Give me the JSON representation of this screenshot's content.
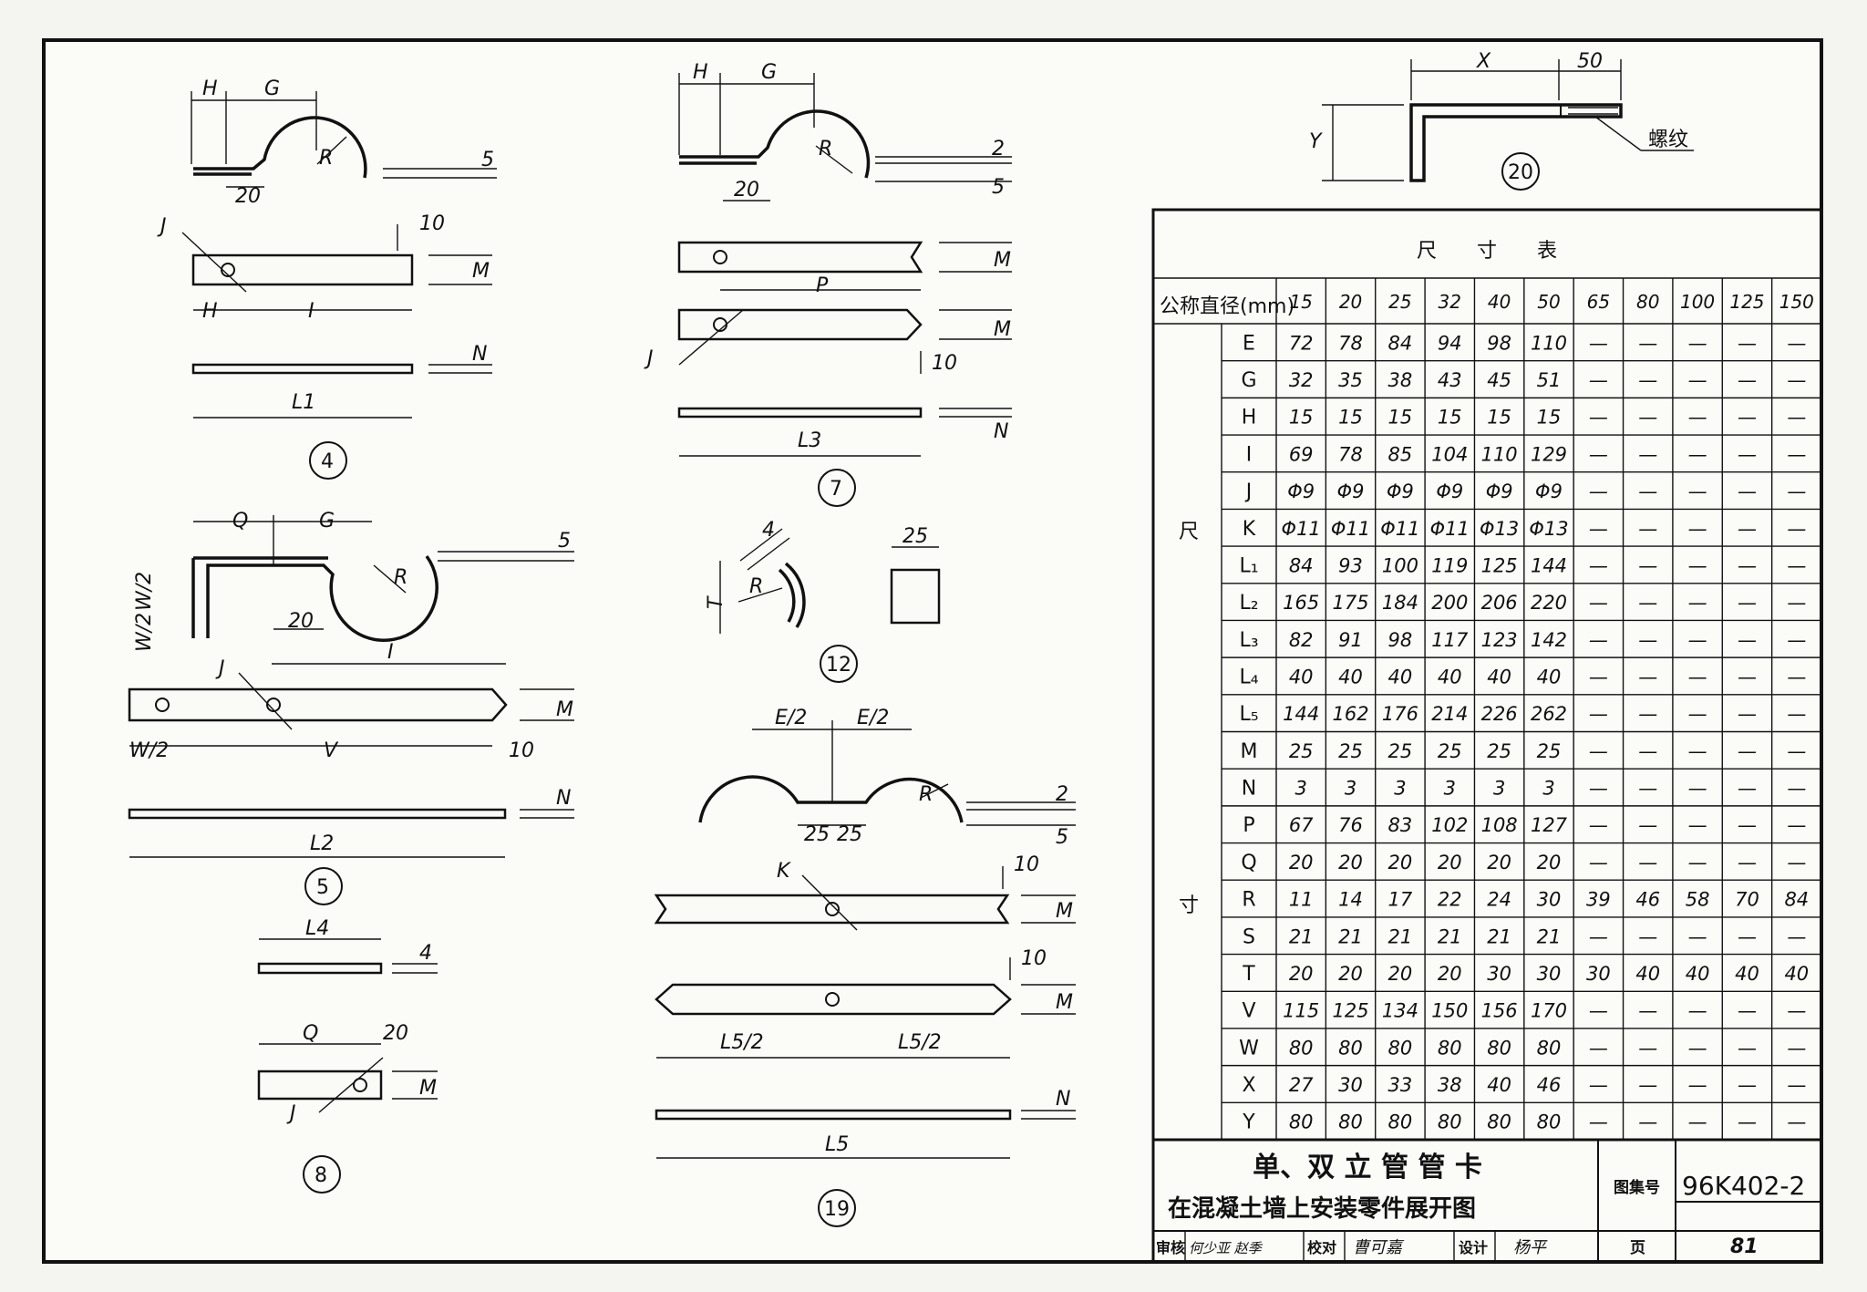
{
  "table": {
    "title": "尺　　寸　　表",
    "header_label": "公称直径(mm)",
    "side_label_top": "尺",
    "side_label_bottom": "寸",
    "columns": [
      "15",
      "20",
      "25",
      "32",
      "40",
      "50",
      "65",
      "80",
      "100",
      "125",
      "150"
    ],
    "rows": [
      {
        "name": "E",
        "values": [
          "72",
          "78",
          "84",
          "94",
          "98",
          "110",
          "—",
          "—",
          "—",
          "—",
          "—"
        ]
      },
      {
        "name": "G",
        "values": [
          "32",
          "35",
          "38",
          "43",
          "45",
          "51",
          "—",
          "—",
          "—",
          "—",
          "—"
        ]
      },
      {
        "name": "H",
        "values": [
          "15",
          "15",
          "15",
          "15",
          "15",
          "15",
          "—",
          "—",
          "—",
          "—",
          "—"
        ]
      },
      {
        "name": "I",
        "values": [
          "69",
          "78",
          "85",
          "104",
          "110",
          "129",
          "—",
          "—",
          "—",
          "—",
          "—"
        ]
      },
      {
        "name": "J",
        "values": [
          "Φ9",
          "Φ9",
          "Φ9",
          "Φ9",
          "Φ9",
          "Φ9",
          "—",
          "—",
          "—",
          "—",
          "—"
        ]
      },
      {
        "name": "K",
        "values": [
          "Φ11",
          "Φ11",
          "Φ11",
          "Φ11",
          "Φ13",
          "Φ13",
          "—",
          "—",
          "—",
          "—",
          "—"
        ]
      },
      {
        "name": "L₁",
        "values": [
          "84",
          "93",
          "100",
          "119",
          "125",
          "144",
          "—",
          "—",
          "—",
          "—",
          "—"
        ]
      },
      {
        "name": "L₂",
        "values": [
          "165",
          "175",
          "184",
          "200",
          "206",
          "220",
          "—",
          "—",
          "—",
          "—",
          "—"
        ]
      },
      {
        "name": "L₃",
        "values": [
          "82",
          "91",
          "98",
          "117",
          "123",
          "142",
          "—",
          "—",
          "—",
          "—",
          "—"
        ]
      },
      {
        "name": "L₄",
        "values": [
          "40",
          "40",
          "40",
          "40",
          "40",
          "40",
          "—",
          "—",
          "—",
          "—",
          "—"
        ]
      },
      {
        "name": "L₅",
        "values": [
          "144",
          "162",
          "176",
          "214",
          "226",
          "262",
          "—",
          "—",
          "—",
          "—",
          "—"
        ]
      },
      {
        "name": "M",
        "values": [
          "25",
          "25",
          "25",
          "25",
          "25",
          "25",
          "—",
          "—",
          "—",
          "—",
          "—"
        ]
      },
      {
        "name": "N",
        "values": [
          "3",
          "3",
          "3",
          "3",
          "3",
          "3",
          "—",
          "—",
          "—",
          "—",
          "—"
        ]
      },
      {
        "name": "P",
        "values": [
          "67",
          "76",
          "83",
          "102",
          "108",
          "127",
          "—",
          "—",
          "—",
          "—",
          "—"
        ]
      },
      {
        "name": "Q",
        "values": [
          "20",
          "20",
          "20",
          "20",
          "20",
          "20",
          "—",
          "—",
          "—",
          "—",
          "—"
        ]
      },
      {
        "name": "R",
        "values": [
          "11",
          "14",
          "17",
          "22",
          "24",
          "30",
          "39",
          "46",
          "58",
          "70",
          "84"
        ]
      },
      {
        "name": "S",
        "values": [
          "21",
          "21",
          "21",
          "21",
          "21",
          "21",
          "—",
          "—",
          "—",
          "—",
          "—"
        ]
      },
      {
        "name": "T",
        "values": [
          "20",
          "20",
          "20",
          "20",
          "30",
          "30",
          "30",
          "40",
          "40",
          "40",
          "40"
        ]
      },
      {
        "name": "V",
        "values": [
          "115",
          "125",
          "134",
          "150",
          "156",
          "170",
          "—",
          "—",
          "—",
          "—",
          "—"
        ]
      },
      {
        "name": "W",
        "values": [
          "80",
          "80",
          "80",
          "80",
          "80",
          "80",
          "—",
          "—",
          "—",
          "—",
          "—"
        ]
      },
      {
        "name": "X",
        "values": [
          "27",
          "30",
          "33",
          "38",
          "40",
          "46",
          "—",
          "—",
          "—",
          "—",
          "—"
        ]
      },
      {
        "name": "Y",
        "values": [
          "80",
          "80",
          "80",
          "80",
          "80",
          "80",
          "—",
          "—",
          "—",
          "—",
          "—"
        ]
      }
    ]
  },
  "title_block": {
    "title_line1": "单、双 立 管 管 卡",
    "title_line2": "在混凝土墙上安装零件展开图",
    "atlas_label": "图集号",
    "atlas_no": "96K402-2",
    "page_label": "页",
    "page_no": "81",
    "review_label": "审核",
    "review_sig": "何少亚 赵季",
    "check_label": "校对",
    "check_sig": "曹可嘉",
    "design_label": "设计",
    "design_sig": "杨平"
  },
  "parts": {
    "p4": "4",
    "p5": "5",
    "p7": "7",
    "p8": "8",
    "p12": "12",
    "p19": "19",
    "p20": "20"
  },
  "labels": {
    "H": "H",
    "G": "G",
    "R": "R",
    "J": "J",
    "I": "I",
    "M": "M",
    "N": "N",
    "L1": "L1",
    "L2": "L2",
    "L3": "L3",
    "L4": "L4",
    "L5": "L5",
    "L5_half": "L5/2",
    "P": "P",
    "Q": "Q",
    "W_half": "W/2",
    "V": "V",
    "T": "T",
    "K": "K",
    "E_half": "E/2",
    "X": "X",
    "Y": "Y",
    "d2": "2",
    "d4": "4",
    "d5": "5",
    "d10": "10",
    "d20": "20",
    "d25": "25",
    "d50": "50",
    "thread": "螺纹"
  }
}
